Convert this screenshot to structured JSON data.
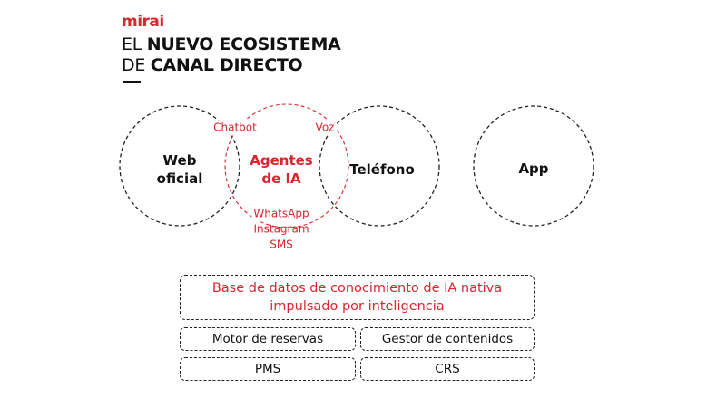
{
  "brand": "mirai",
  "title": {
    "line1_light": "EL",
    "line1_bold": "NUEVO ECOSISTEMA",
    "line2_light": "DE",
    "line2_bold": "CANAL DIRECTO"
  },
  "circles": {
    "web_line1": "Web",
    "web_line2": "oficial",
    "agents_line1": "Agentes",
    "agents_line2": "de IA",
    "phone": "Teléfono",
    "app": "App"
  },
  "channels": {
    "chatbot": "Chatbot",
    "voice": "Voz",
    "whatsapp": "WhatsApp",
    "instagram": "Instagram",
    "sms": "SMS"
  },
  "boxes": {
    "kb_line1": "Base de datos de conocimiento de IA nativa",
    "kb_line2": "impulsado por inteligencia",
    "booking": "Motor de reservas",
    "cms": "Gestor de contenidos",
    "pms": "PMS",
    "crs": "CRS"
  },
  "colors": {
    "accent": "#d7262e",
    "line": "#222222"
  }
}
